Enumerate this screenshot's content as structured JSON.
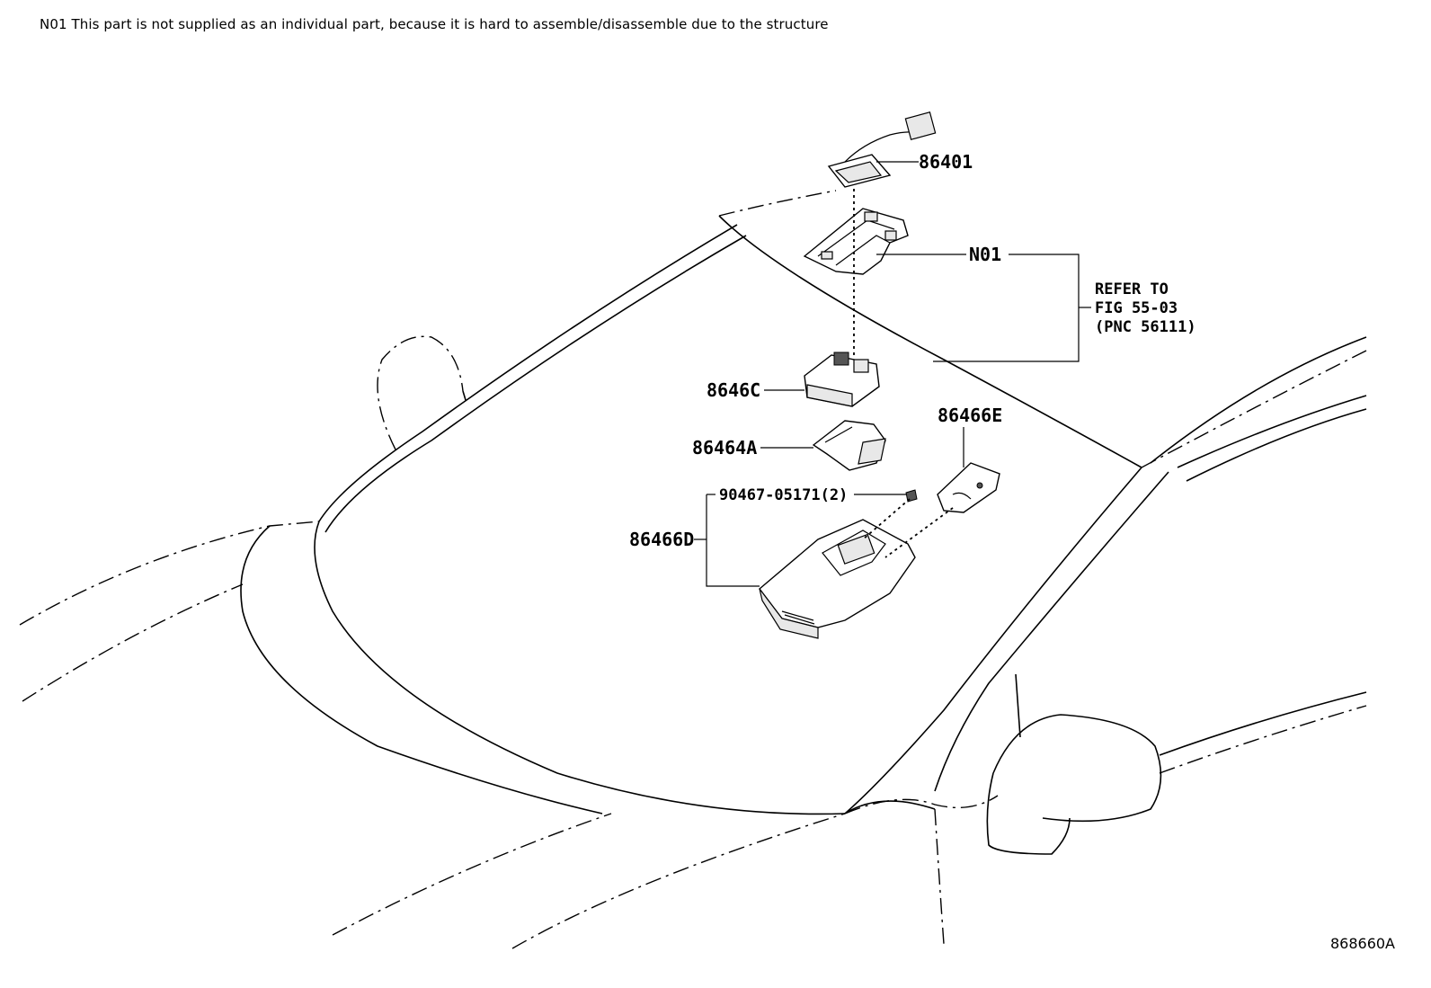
{
  "note": {
    "text": "N01 This part is not supplied as an individual part, because it is hard to assemble/disassemble due to the structure"
  },
  "diagram_id": "868660A",
  "callouts": {
    "c86401": "86401",
    "n01": "N01",
    "c8646c": "8646C",
    "c86464a": "86464A",
    "c86466e": "86466E",
    "c90467": "90467-05171(2)",
    "c86466d": "86466D"
  },
  "reference": {
    "line1": "REFER TO",
    "line2": "FIG 55-03",
    "line3": "(PNC 56111)"
  }
}
